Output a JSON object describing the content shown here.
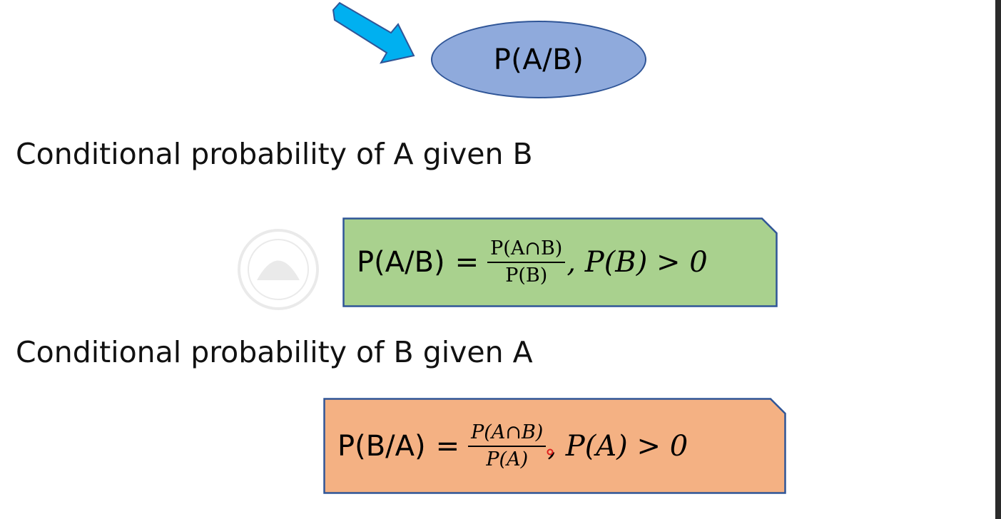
{
  "ellipse": {
    "label": "P(A/B)",
    "fill": "#8faadc",
    "stroke": "#2f5597"
  },
  "arrow": {
    "icon": "arrow-right-down-icon",
    "fill": "#00b0f0",
    "stroke": "#2f5597"
  },
  "headings": {
    "a_given_b": "Conditional probability of A given B",
    "b_given_a": "Conditional probability of B given A"
  },
  "formula1": {
    "lhs": "P(A/B)",
    "equals": "=",
    "numerator": "P(A∩B)",
    "denominator": "P(B)",
    "condition": ", P(B) > 0",
    "fill": "#a9d18e",
    "stroke": "#2f5597"
  },
  "formula2": {
    "lhs": "P(B/A)",
    "equals": "=",
    "numerator": "P(A∩B)",
    "denominator": "P(A)",
    "condition": ", P(A) > 0",
    "fill": "#f4b183",
    "stroke": "#2f5597"
  }
}
